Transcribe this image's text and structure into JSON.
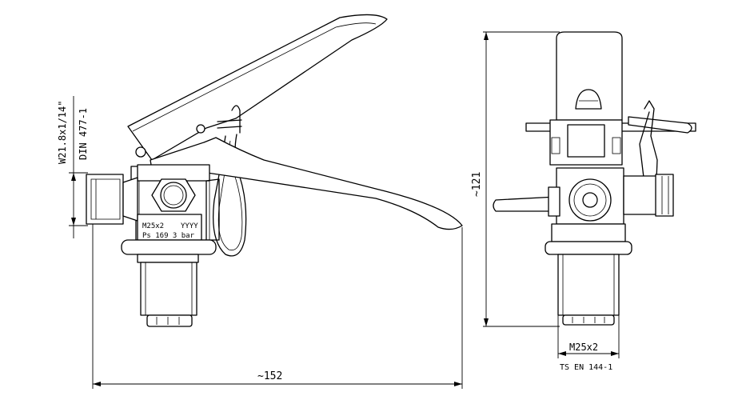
{
  "dimensions": {
    "thread_w": "W21.8x1/14\"",
    "thread_din": "DIN 477-1",
    "height": "~121",
    "width": "~152",
    "neck_thread": "M25x2",
    "neck_standard": "TS EN 144-1"
  },
  "body_marking": {
    "thread": "M25x2",
    "year": "YYYY",
    "pressure": "Ps 169  3  bar"
  },
  "colors": {
    "line": "#000000",
    "background": "#ffffff"
  }
}
